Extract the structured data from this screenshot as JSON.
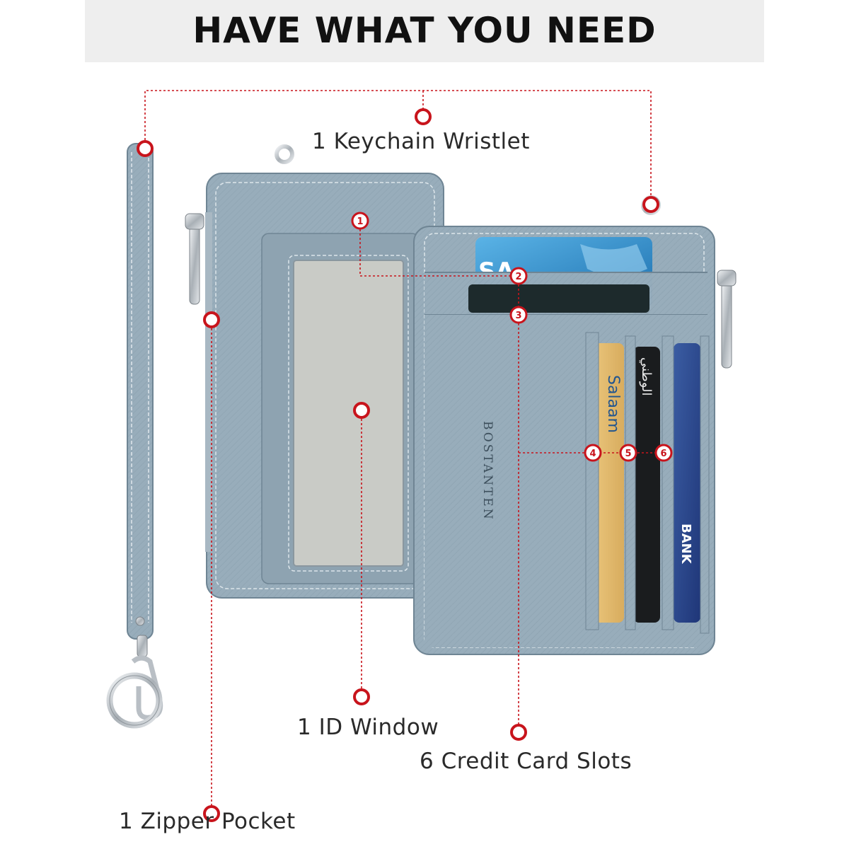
{
  "banner": {
    "title": "HAVE WHAT YOU NEED"
  },
  "callouts": {
    "keychain_wristlet": "1 Keychain Wristlet",
    "id_window": "1 ID Window",
    "credit_card_slots": "6 Credit Card Slots",
    "zipper_pocket": "1 Zipper Pocket"
  },
  "wallet": {
    "brand_mark": "BOSTANTEN"
  },
  "slot_markers": [
    "1",
    "2",
    "3",
    "4",
    "5",
    "6"
  ],
  "cards": {
    "visa_fragment": "SA",
    "salaam_card": "Salaam",
    "arabic_card": "الوطني",
    "bank_card": "BANK"
  },
  "colors": {
    "leather": "#98adbb",
    "leather_dark": "#7f95a4",
    "callout_red": "#c8141c",
    "id_window": "#c9cbc6",
    "metal": "#c8ccd0"
  }
}
